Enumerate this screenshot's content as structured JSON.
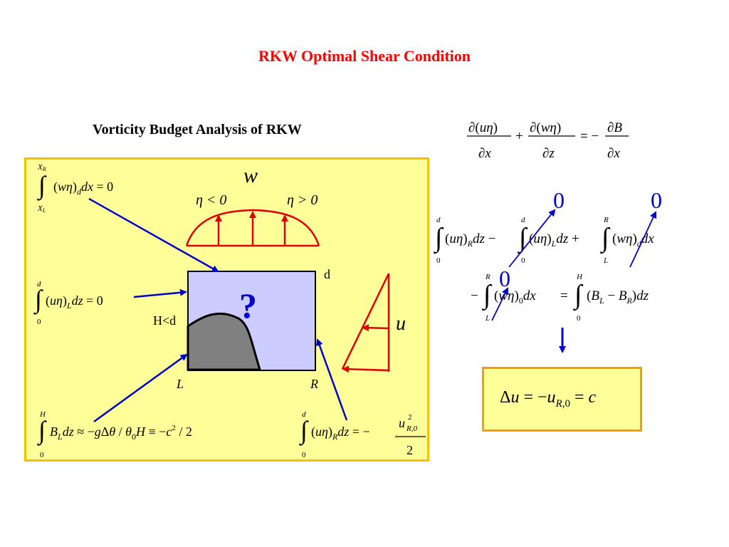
{
  "title": "RKW Optimal Shear Condition",
  "subtitle": "Vorticity Budget Analysis of RKW",
  "colors": {
    "title": "#ff0000",
    "panel_fill": "#ffff99",
    "panel_border": "#f5c200",
    "box_fill": "#ccccff",
    "cold_pool": "#808080",
    "arrows": "#0000cc",
    "profiles": "#e00000"
  },
  "diagram": {
    "w_label": "w",
    "eta_neg": "η < 0",
    "eta_pos": "η > 0",
    "question": "?",
    "d_label": "d",
    "h_label": "H<d",
    "l_label": "L",
    "r_label": "R",
    "u_label": "u"
  },
  "eq_left": {
    "top": {
      "upper": "X_R",
      "lower": "X_L",
      "body": "(wη)_d dx = 0"
    },
    "mid": {
      "upper": "d",
      "lower": "0",
      "body": "(uη)_L dz = 0"
    },
    "bottom": {
      "upper": "H",
      "lower": "0",
      "body": "B_L dz ≈ −gΔθ / θ_0 H ≡ −c^2 / 2"
    },
    "bottom_right": {
      "upper": "d",
      "lower": "0",
      "body": "(uη)_R dz = −u_{R,0}^2 / 2"
    }
  },
  "eq_right": {
    "main": "∂(uη)/∂x + ∂(wη)/∂z = −∂B/∂x",
    "zero_1": "0",
    "zero_2": "0",
    "zero_3": "0",
    "int_terms": "∫_0^d (uη)_R dz − ∫_0^d (uη)_L dz + ∫_L^R (wη)_d dx",
    "lim": {
      "d": "d",
      "zero": "0",
      "R": "R",
      "L": "L",
      "H": "H"
    },
    "second": "− ∫_L^R (wη)_0 dx = ∫_0^H (B_L − B_R) dz",
    "result": "Δu = −u_{R,0} = c"
  }
}
